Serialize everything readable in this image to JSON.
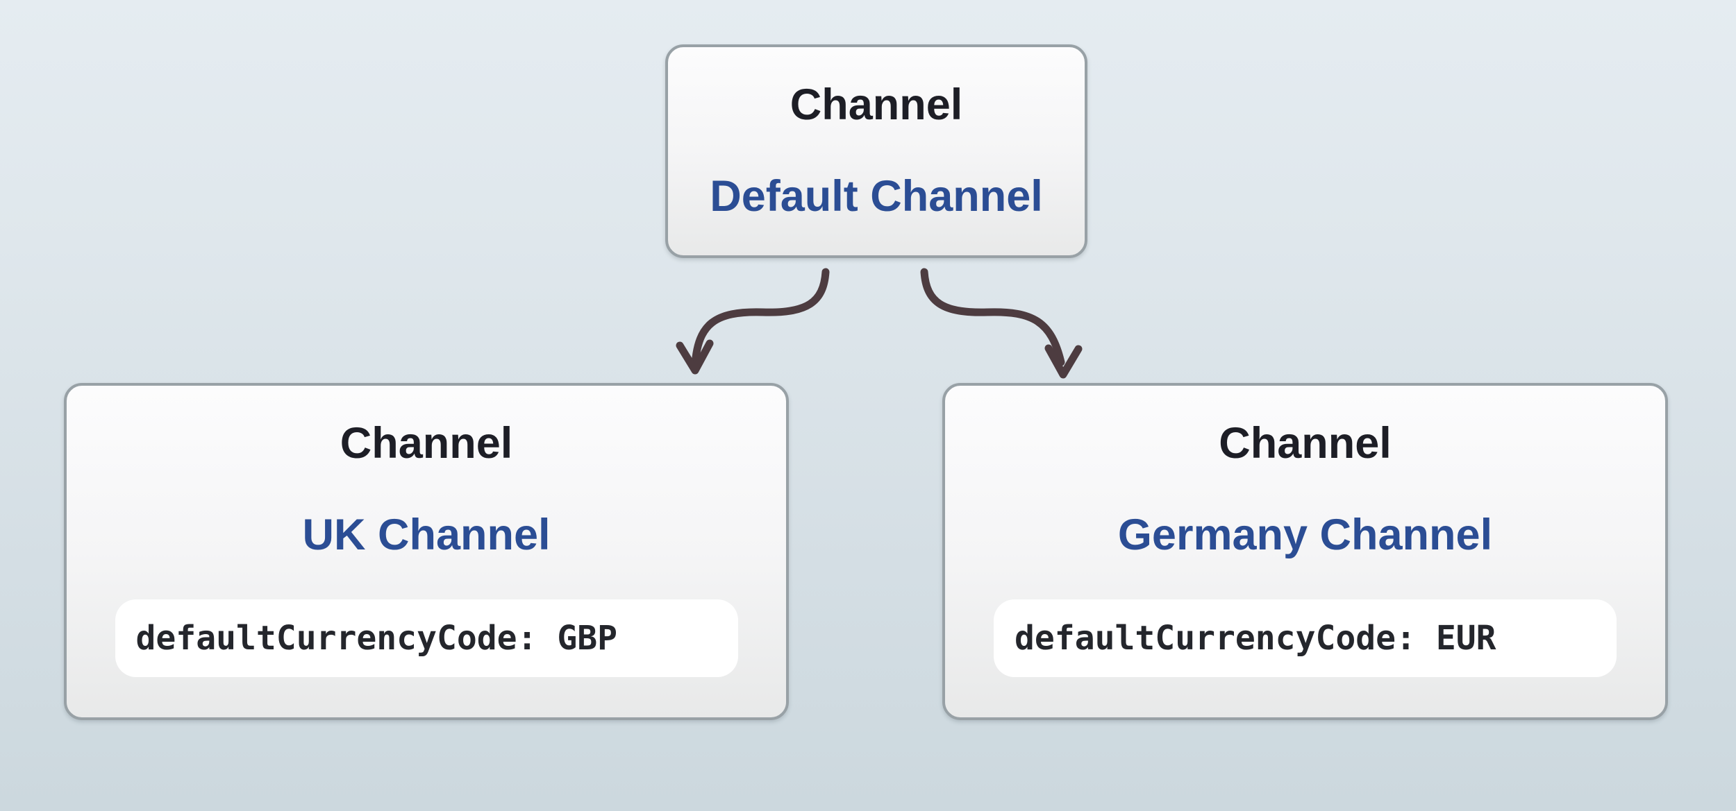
{
  "diagram": {
    "nodes": [
      {
        "id": "default",
        "type_label": "Channel",
        "name": "Default Channel"
      },
      {
        "id": "uk",
        "type_label": "Channel",
        "name": "UK Channel",
        "attribute": "defaultCurrencyCode: GBP"
      },
      {
        "id": "germany",
        "type_label": "Channel",
        "name": "Germany Channel",
        "attribute": "defaultCurrencyCode: EUR"
      }
    ],
    "edges": [
      {
        "from": "Default Channel",
        "to": "UK Channel"
      },
      {
        "from": "Default Channel",
        "to": "Germany Channel"
      }
    ],
    "colors": {
      "background_top": "#e5ecf1",
      "background_bottom": "#ccd8de",
      "node_border": "#98a1a6",
      "node_fill_top": "#fcfcfd",
      "node_fill_bottom": "#e8e9e9",
      "type_label_text": "#1d1e26",
      "name_text": "#2b4d94",
      "arrow": "#4d3c40",
      "pill_background": "#ffffff",
      "pill_text": "#24262c"
    }
  }
}
